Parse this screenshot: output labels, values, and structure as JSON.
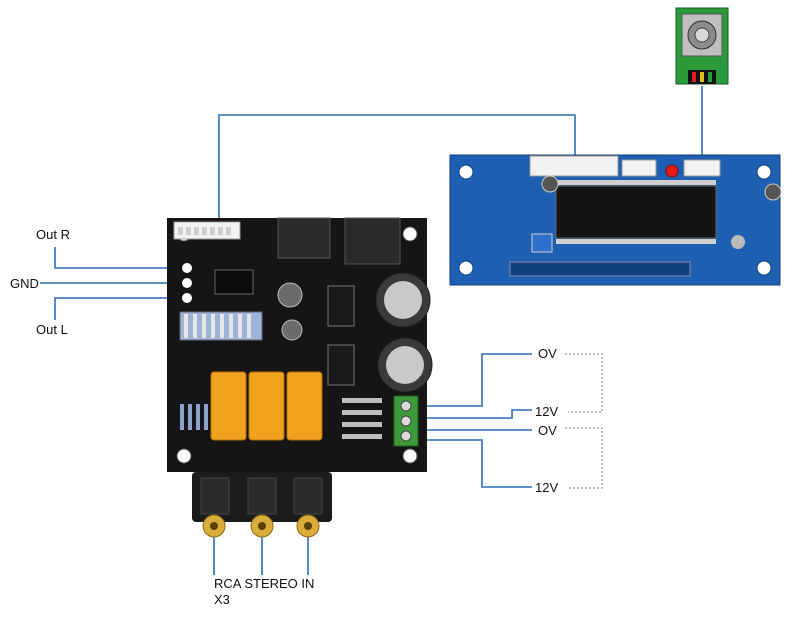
{
  "labels": {
    "out_r": "Out R",
    "gnd": "GND",
    "out_l": "Out L",
    "ov_top": "OV",
    "v12_top": "12V",
    "ov_bottom": "OV",
    "v12_bottom": "12V",
    "rca_line1": "RCA STEREO IN",
    "rca_line2": "X3"
  },
  "colors": {
    "wire": "#2c6fb6",
    "amp_board": "#151515",
    "control_board": "#1d5fb0",
    "relay": "#f0a21e",
    "terminal": "#3d9a3a",
    "rca_gold": "#d8ad3a"
  }
}
